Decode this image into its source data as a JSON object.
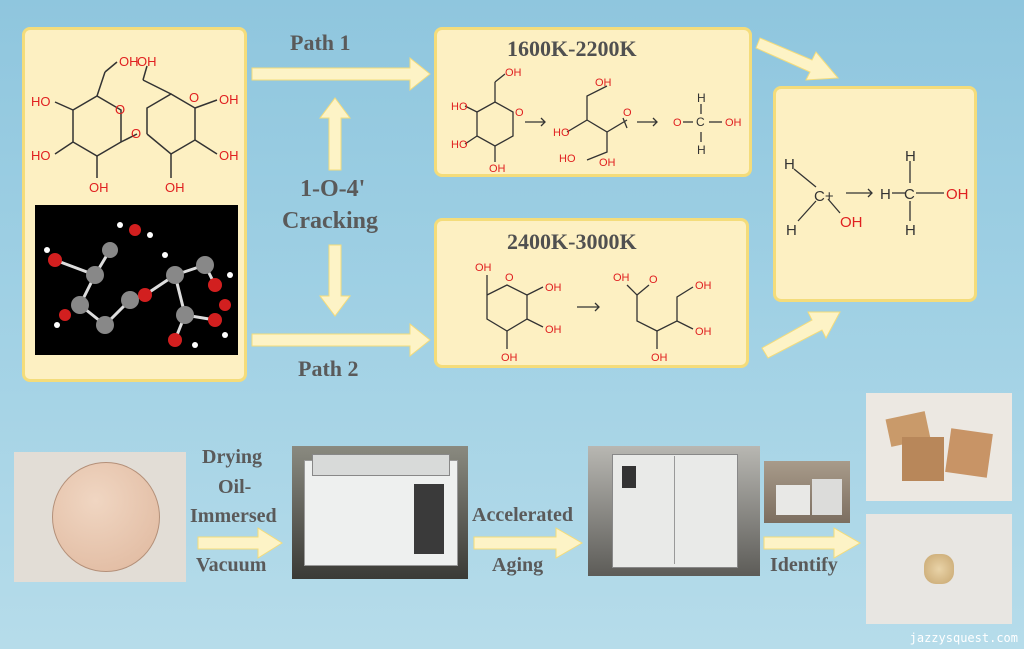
{
  "top": {
    "path1_label": "Path 1",
    "path2_label": "Path 2",
    "cracking_label_line1": "1-O-4'",
    "cracking_label_line2": "Cracking",
    "temp_high": "1600K-2200K",
    "temp_low": "2400K-3000K",
    "atoms": {
      "OH": "OH",
      "HO": "HO",
      "H": "H",
      "O": "O",
      "C": "C",
      "Cplus": "C+"
    }
  },
  "bottom": {
    "step1_line1": "Drying",
    "step1_line2": "Oil-",
    "step1_line3": "Immersed",
    "step1_line4": "Vacuum",
    "step2_line1": "Accelerated",
    "step2_line2": "Aging",
    "step3": "Identify"
  },
  "watermark": "jazzysquest.com",
  "colors": {
    "box_fill": "#fdf0c2",
    "box_border": "#f4dc7a",
    "arrow": "#fdf3c6",
    "oxygen": "#e02020",
    "text": "#5a5a5a"
  }
}
